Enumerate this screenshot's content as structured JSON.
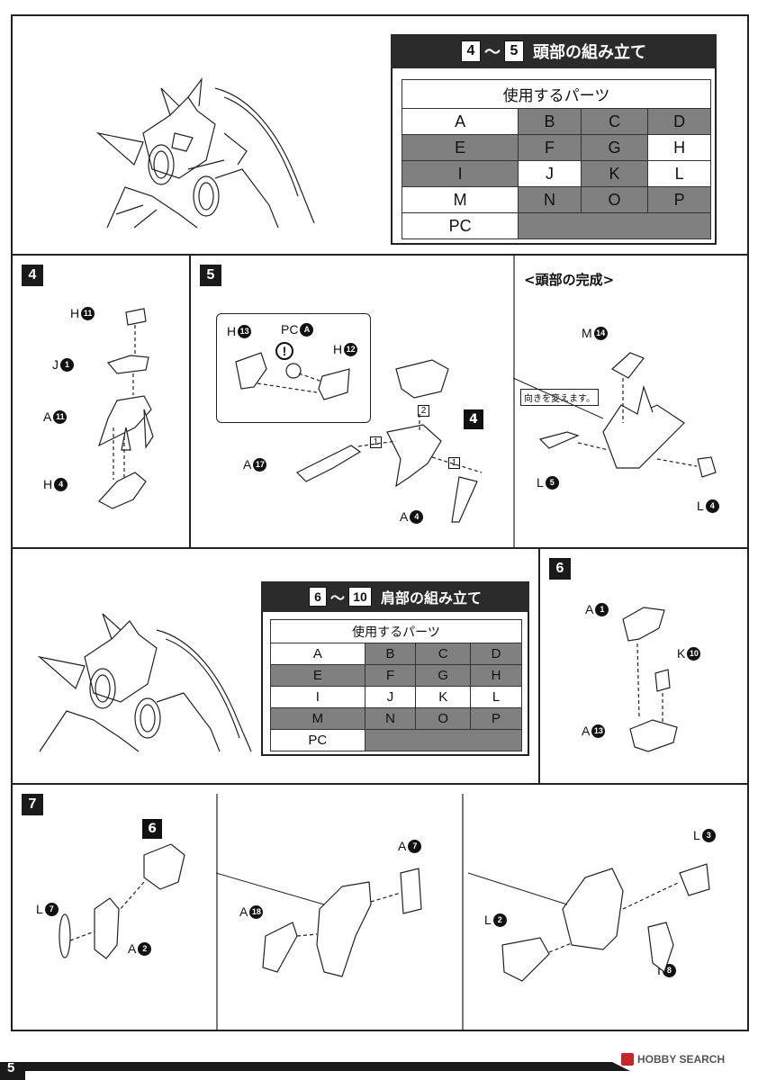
{
  "section_head": {
    "title_from": "4",
    "title_to": "5",
    "tilde": "〜",
    "title_text": "頭部の組み立て",
    "table_header": "使用するパーツ",
    "rows": [
      [
        {
          "t": "A",
          "u": true
        },
        {
          "t": "B",
          "u": false
        },
        {
          "t": "C",
          "u": false
        },
        {
          "t": "D",
          "u": false
        }
      ],
      [
        {
          "t": "E",
          "u": false
        },
        {
          "t": "F",
          "u": false
        },
        {
          "t": "G",
          "u": false
        },
        {
          "t": "H",
          "u": true
        }
      ],
      [
        {
          "t": "I",
          "u": false
        },
        {
          "t": "J",
          "u": true
        },
        {
          "t": "K",
          "u": false
        },
        {
          "t": "L",
          "u": true
        }
      ],
      [
        {
          "t": "M",
          "u": true
        },
        {
          "t": "N",
          "u": false
        },
        {
          "t": "O",
          "u": false
        },
        {
          "t": "P",
          "u": false
        }
      ]
    ],
    "pc": "PC"
  },
  "section_shoulder": {
    "title_from": "6",
    "title_to": "10",
    "tilde": "〜",
    "title_text": "肩部の組み立て",
    "table_header": "使用するパーツ",
    "rows": [
      [
        {
          "t": "A",
          "u": true
        },
        {
          "t": "B",
          "u": false
        },
        {
          "t": "C",
          "u": false
        },
        {
          "t": "D",
          "u": false
        }
      ],
      [
        {
          "t": "E",
          "u": false
        },
        {
          "t": "F",
          "u": false
        },
        {
          "t": "G",
          "u": false
        },
        {
          "t": "H",
          "u": false
        }
      ],
      [
        {
          "t": "I",
          "u": true
        },
        {
          "t": "J",
          "u": true
        },
        {
          "t": "K",
          "u": true
        },
        {
          "t": "L",
          "u": true
        }
      ],
      [
        {
          "t": "M",
          "u": false
        },
        {
          "t": "N",
          "u": false
        },
        {
          "t": "O",
          "u": false
        },
        {
          "t": "P",
          "u": false
        }
      ]
    ],
    "pc": "PC"
  },
  "step4": {
    "num": "4",
    "labels": [
      {
        "letter": "H",
        "n": "11"
      },
      {
        "letter": "J",
        "n": "1"
      },
      {
        "letter": "A",
        "n": "11"
      },
      {
        "letter": "H",
        "n": "4"
      }
    ]
  },
  "step5": {
    "num": "5",
    "inset": [
      {
        "letter": "H",
        "n": "13"
      },
      {
        "letter": "PC",
        "n": "A"
      },
      {
        "letter": "H",
        "n": "12"
      }
    ],
    "warn": "!",
    "ref_step": "4",
    "tag1": "1",
    "tag2": "2",
    "tag3": "1",
    "parts": [
      {
        "letter": "A",
        "n": "17"
      },
      {
        "letter": "A",
        "n": "4"
      }
    ]
  },
  "head_complete": {
    "title": "<頭部の完成>",
    "note": "向きを変えます。",
    "parts": [
      {
        "letter": "M",
        "n": "14"
      },
      {
        "letter": "L",
        "n": "5"
      },
      {
        "letter": "L",
        "n": "4"
      }
    ]
  },
  "step6": {
    "num": "6",
    "parts": [
      {
        "letter": "A",
        "n": "1"
      },
      {
        "letter": "K",
        "n": "10"
      },
      {
        "letter": "A",
        "n": "13"
      }
    ]
  },
  "step7": {
    "num": "7",
    "ref_step": "6",
    "parts_a": [
      {
        "letter": "L",
        "n": "7"
      },
      {
        "letter": "A",
        "n": "2"
      }
    ],
    "parts_b": [
      {
        "letter": "A",
        "n": "7"
      },
      {
        "letter": "A",
        "n": "18"
      }
    ],
    "parts_c": [
      {
        "letter": "L",
        "n": "3"
      },
      {
        "letter": "L",
        "n": "2"
      },
      {
        "letter": "I",
        "n": "8"
      }
    ]
  },
  "footer": {
    "page": "5",
    "watermark": "HOBBY SEARCH"
  }
}
